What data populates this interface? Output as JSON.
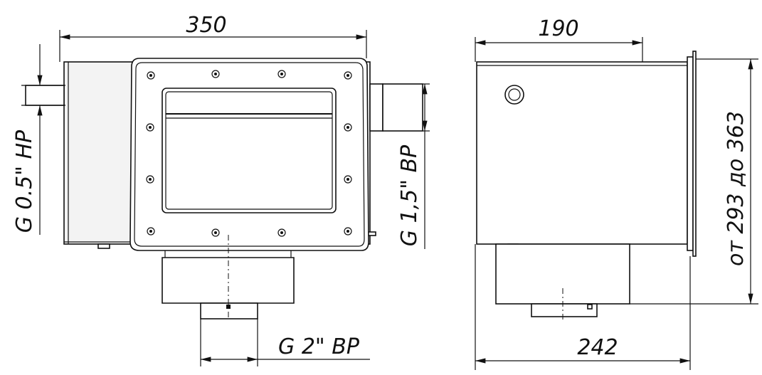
{
  "dimensions": {
    "front_width": "350",
    "side_depth": "190",
    "side_total": "242",
    "height_range": "от 293 до  363",
    "left_inlet": "G 0.5\" НР",
    "right_outlet": "G 1,5\" ВР",
    "bottom_outlet": "G 2\" ВР"
  }
}
